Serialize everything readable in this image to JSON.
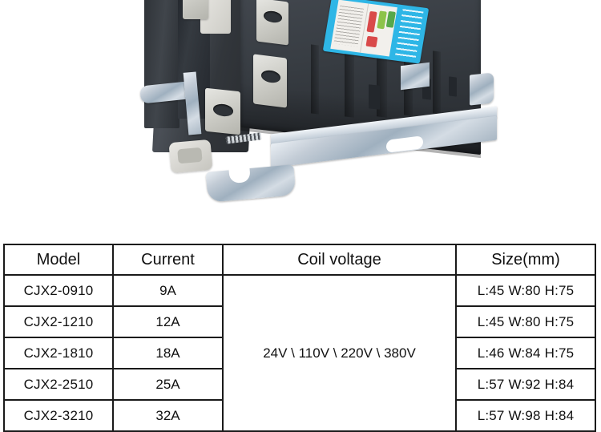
{
  "photo": {
    "alt": "CJX2 series AC contactor product photograph on white background",
    "product_label": {
      "caption": "product rating sticker",
      "accent_color": "#2eb6e6",
      "marker_colors": [
        "#d94a4a",
        "#8cc34a",
        "#56a84b"
      ]
    },
    "colors": {
      "body": "#3a3f45",
      "terminal": "#d6d6d0",
      "metal": "#bcc8d4",
      "background": "#ffffff"
    }
  },
  "table": {
    "headers": [
      "Model",
      "Current",
      "Coil voltage",
      "Size(mm)"
    ],
    "coil_voltage": "24V \\ 110V \\ 220V \\ 380V",
    "rows": [
      {
        "model": "CJX2-0910",
        "current": "9A",
        "size": "L:45  W:80  H:75"
      },
      {
        "model": "CJX2-1210",
        "current": "12A",
        "size": "L:45  W:80  H:75"
      },
      {
        "model": "CJX2-1810",
        "current": "18A",
        "size": "L:46  W:84  H:75"
      },
      {
        "model": "CJX2-2510",
        "current": "25A",
        "size": "L:57  W:92  H:84"
      },
      {
        "model": "CJX2-3210",
        "current": "32A",
        "size": "L:57  W:98  H:84"
      }
    ]
  }
}
